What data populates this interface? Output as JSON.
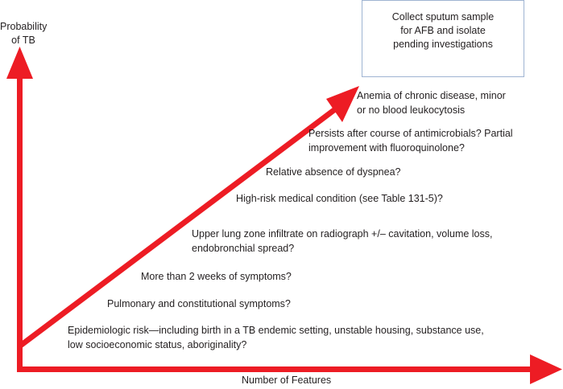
{
  "y_axis_label": [
    "Probability",
    "of TB"
  ],
  "x_axis_label": "Number of Features",
  "action_box": [
    "Collect sputum sample",
    "for AFB and isolate",
    "pending investigations"
  ],
  "features": [
    [
      "Anemia of chronic disease, minor",
      "or no blood leukocytosis"
    ],
    [
      "Persists after course of antimicrobials? Partial",
      "improvement with fluoroquinolone?"
    ],
    [
      "Relative absence of dyspnea?"
    ],
    [
      "High-risk medical condition (see Table 131-5)?"
    ],
    [
      "Upper lung zone infiltrate on radiograph +/– cavitation, volume loss,",
      "endobronchial spread?"
    ],
    [
      "More than 2 weeks of symptoms?"
    ],
    [
      "Pulmonary and constitutional symptoms?"
    ],
    [
      "Epidemiologic risk—including birth in a TB endemic setting, unstable housing, substance use,",
      "low socioeconomic status, aboriginality?"
    ]
  ],
  "colors": {
    "arrow": "#ed1c24",
    "box_border": "#9fb4d2"
  }
}
